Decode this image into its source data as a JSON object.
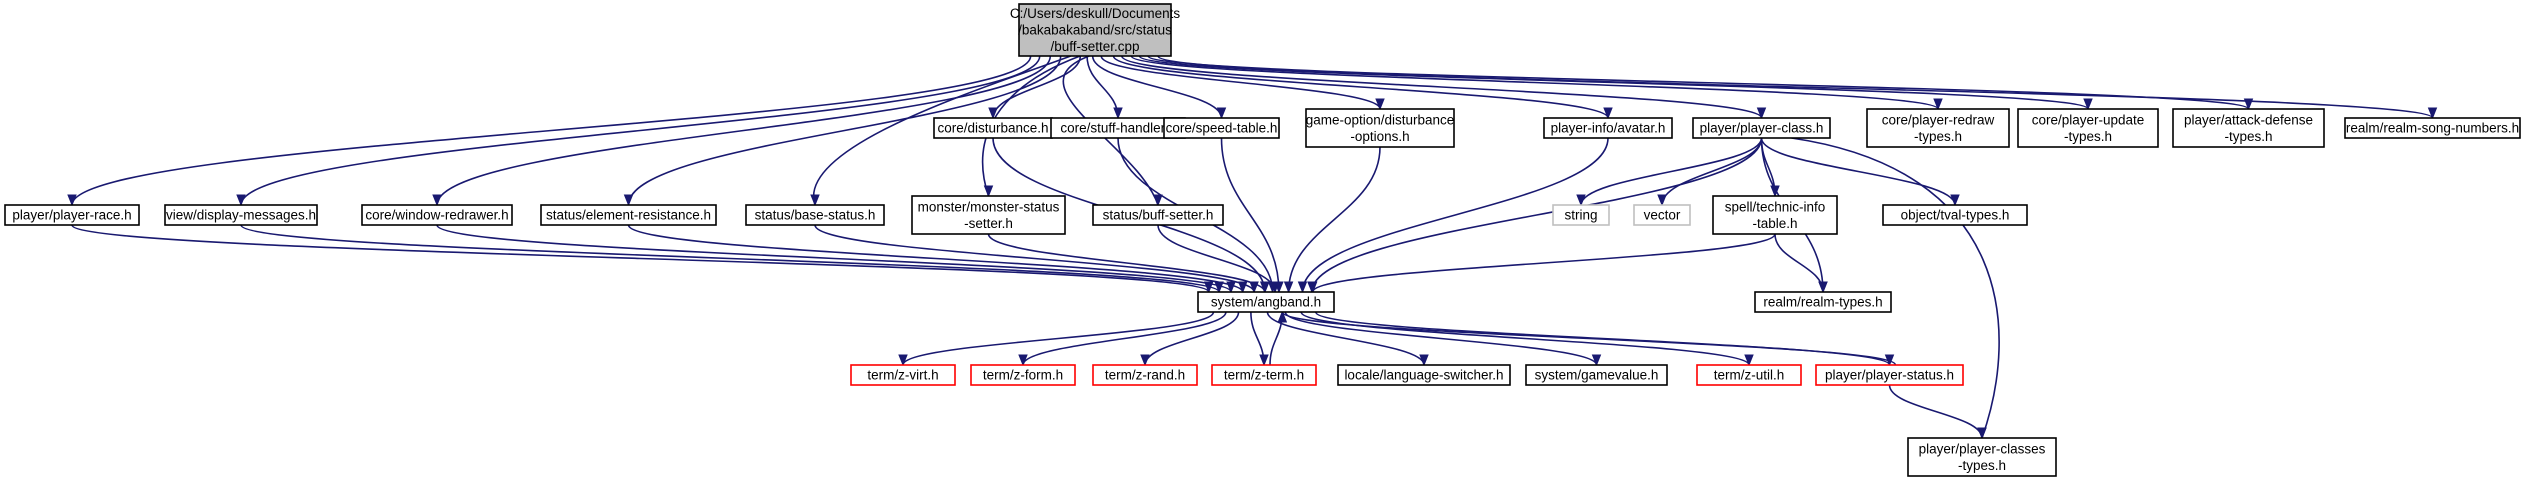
{
  "colors": {
    "edge": "#191970",
    "border_default": "#000000",
    "border_missing": "#ff0000",
    "border_system": "#bfbfbf",
    "root_fill": "#bfbfbf",
    "fill": "#ffffff"
  },
  "graph": {
    "nodes": [
      {
        "id": "root",
        "lines": [
          "C:/Users/deskull/Documents",
          "/bakabakaband/src/status",
          "/buff-setter.cpp"
        ],
        "kind": "root"
      },
      {
        "id": "player-race",
        "lines": [
          "player/player-race.h"
        ],
        "kind": "normal"
      },
      {
        "id": "display-messages",
        "lines": [
          "view/display-messages.h"
        ],
        "kind": "normal"
      },
      {
        "id": "window-redrawer",
        "lines": [
          "core/window-redrawer.h"
        ],
        "kind": "normal"
      },
      {
        "id": "element-resistance",
        "lines": [
          "status/element-resistance.h"
        ],
        "kind": "normal"
      },
      {
        "id": "base-status",
        "lines": [
          "status/base-status.h"
        ],
        "kind": "normal"
      },
      {
        "id": "monster-status-setter",
        "lines": [
          "monster/monster-status",
          "-setter.h"
        ],
        "kind": "normal"
      },
      {
        "id": "buff-setter-h",
        "lines": [
          "status/buff-setter.h"
        ],
        "kind": "normal"
      },
      {
        "id": "disturbance",
        "lines": [
          "core/disturbance.h"
        ],
        "kind": "normal"
      },
      {
        "id": "stuff-handler",
        "lines": [
          "core/stuff-handler.h"
        ],
        "kind": "normal"
      },
      {
        "id": "speed-table",
        "lines": [
          "core/speed-table.h"
        ],
        "kind": "normal"
      },
      {
        "id": "disturbance-options",
        "lines": [
          "game-option/disturbance",
          "-options.h"
        ],
        "kind": "normal"
      },
      {
        "id": "avatar",
        "lines": [
          "player-info/avatar.h"
        ],
        "kind": "normal"
      },
      {
        "id": "player-class",
        "lines": [
          "player/player-class.h"
        ],
        "kind": "normal"
      },
      {
        "id": "player-redraw-types",
        "lines": [
          "core/player-redraw",
          "-types.h"
        ],
        "kind": "normal"
      },
      {
        "id": "player-update-types",
        "lines": [
          "core/player-update",
          "-types.h"
        ],
        "kind": "normal"
      },
      {
        "id": "attack-defense-types",
        "lines": [
          "player/attack-defense",
          "-types.h"
        ],
        "kind": "normal"
      },
      {
        "id": "realm-song-numbers",
        "lines": [
          "realm/realm-song-numbers.h"
        ],
        "kind": "normal"
      },
      {
        "id": "string",
        "lines": [
          "string"
        ],
        "kind": "system"
      },
      {
        "id": "vector",
        "lines": [
          "vector"
        ],
        "kind": "system"
      },
      {
        "id": "technic-info-table",
        "lines": [
          "spell/technic-info",
          "-table.h"
        ],
        "kind": "normal"
      },
      {
        "id": "tval-types",
        "lines": [
          "object/tval-types.h"
        ],
        "kind": "normal"
      },
      {
        "id": "realm-types",
        "lines": [
          "realm/realm-types.h"
        ],
        "kind": "normal"
      },
      {
        "id": "angband",
        "lines": [
          "system/angband.h"
        ],
        "kind": "normal"
      },
      {
        "id": "z-virt",
        "lines": [
          "term/z-virt.h"
        ],
        "kind": "missing"
      },
      {
        "id": "z-form",
        "lines": [
          "term/z-form.h"
        ],
        "kind": "missing"
      },
      {
        "id": "z-rand",
        "lines": [
          "term/z-rand.h"
        ],
        "kind": "missing"
      },
      {
        "id": "z-term",
        "lines": [
          "term/z-term.h"
        ],
        "kind": "missing"
      },
      {
        "id": "language-switcher",
        "lines": [
          "locale/language-switcher.h"
        ],
        "kind": "normal"
      },
      {
        "id": "gamevalue",
        "lines": [
          "system/gamevalue.h"
        ],
        "kind": "normal"
      },
      {
        "id": "z-util",
        "lines": [
          "term/z-util.h"
        ],
        "kind": "missing"
      },
      {
        "id": "player-status",
        "lines": [
          "player/player-status.h"
        ],
        "kind": "missing"
      },
      {
        "id": "player-classes-types",
        "lines": [
          "player/player-classes",
          "-types.h"
        ],
        "kind": "normal"
      }
    ],
    "edges": [
      [
        "root",
        "player-race"
      ],
      [
        "root",
        "display-messages"
      ],
      [
        "root",
        "window-redrawer"
      ],
      [
        "root",
        "element-resistance"
      ],
      [
        "root",
        "base-status"
      ],
      [
        "root",
        "monster-status-setter"
      ],
      [
        "root",
        "buff-setter-h"
      ],
      [
        "root",
        "disturbance"
      ],
      [
        "root",
        "stuff-handler"
      ],
      [
        "root",
        "speed-table"
      ],
      [
        "root",
        "disturbance-options"
      ],
      [
        "root",
        "avatar"
      ],
      [
        "root",
        "player-class"
      ],
      [
        "root",
        "player-redraw-types"
      ],
      [
        "root",
        "player-update-types"
      ],
      [
        "root",
        "attack-defense-types"
      ],
      [
        "root",
        "realm-song-numbers"
      ],
      [
        "player-race",
        "angband"
      ],
      [
        "display-messages",
        "angband"
      ],
      [
        "window-redrawer",
        "angband"
      ],
      [
        "element-resistance",
        "angband"
      ],
      [
        "base-status",
        "angband"
      ],
      [
        "monster-status-setter",
        "angband"
      ],
      [
        "buff-setter-h",
        "angband"
      ],
      [
        "disturbance",
        "angband"
      ],
      [
        "stuff-handler",
        "angband"
      ],
      [
        "speed-table",
        "angband"
      ],
      [
        "disturbance-options",
        "angband"
      ],
      [
        "avatar",
        "angband"
      ],
      [
        "player-class",
        "angband"
      ],
      [
        "player-class",
        "string"
      ],
      [
        "player-class",
        "vector"
      ],
      [
        "player-class",
        "technic-info-table"
      ],
      [
        "player-class",
        "tval-types"
      ],
      [
        "player-class",
        "realm-types"
      ],
      [
        "player-class",
        "player-classes-types"
      ],
      [
        "technic-info-table",
        "angband"
      ],
      [
        "technic-info-table",
        "realm-types"
      ],
      [
        "angband",
        "z-virt"
      ],
      [
        "angband",
        "z-form"
      ],
      [
        "angband",
        "z-rand"
      ],
      [
        "angband",
        "z-term"
      ],
      [
        "angband",
        "language-switcher"
      ],
      [
        "angband",
        "gamevalue"
      ],
      [
        "angband",
        "z-util"
      ],
      [
        "angband",
        "player-status"
      ],
      [
        "z-term",
        "angband"
      ],
      [
        "player-status",
        "angband"
      ],
      [
        "player-status",
        "player-classes-types"
      ]
    ]
  }
}
